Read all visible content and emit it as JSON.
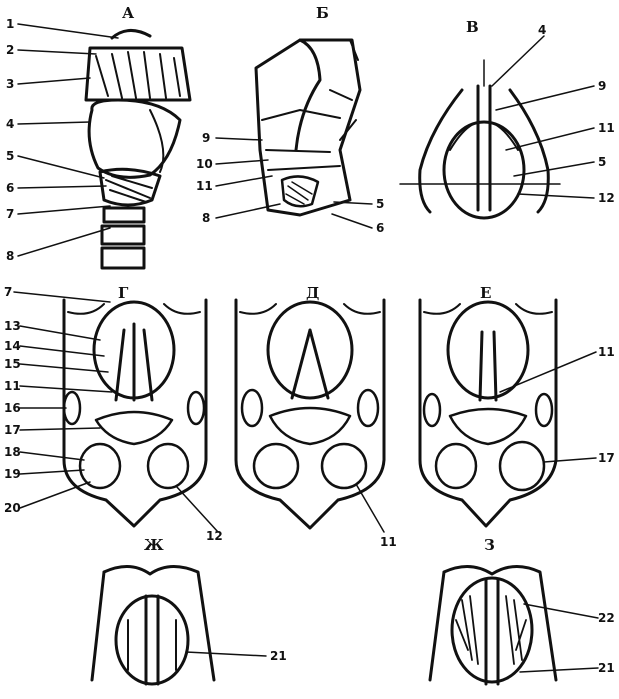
{
  "panels": [
    {
      "id": "a",
      "letter": "А"
    },
    {
      "id": "b",
      "letter": "Б"
    },
    {
      "id": "v",
      "letter": "В"
    },
    {
      "id": "g",
      "letter": "Г"
    },
    {
      "id": "d",
      "letter": "Д"
    },
    {
      "id": "e",
      "letter": "Е"
    },
    {
      "id": "zh",
      "letter": "Ж"
    },
    {
      "id": "z",
      "letter": "З"
    }
  ],
  "labels": {
    "a": [
      "1",
      "2",
      "3",
      "4",
      "5",
      "6",
      "7",
      "8"
    ],
    "b": [
      "9",
      "10",
      "11",
      "8",
      "5",
      "6"
    ],
    "v": [
      "4",
      "9",
      "11",
      "5",
      "12"
    ],
    "g": [
      "7",
      "13",
      "14",
      "15",
      "11",
      "16",
      "17",
      "18",
      "19",
      "20",
      "12"
    ],
    "d": [
      "11"
    ],
    "e": [
      "11",
      "17"
    ],
    "zh": [
      "21"
    ],
    "z": [
      "22",
      "21"
    ]
  },
  "colors": {
    "ink": "#111111",
    "background": "#ffffff"
  }
}
